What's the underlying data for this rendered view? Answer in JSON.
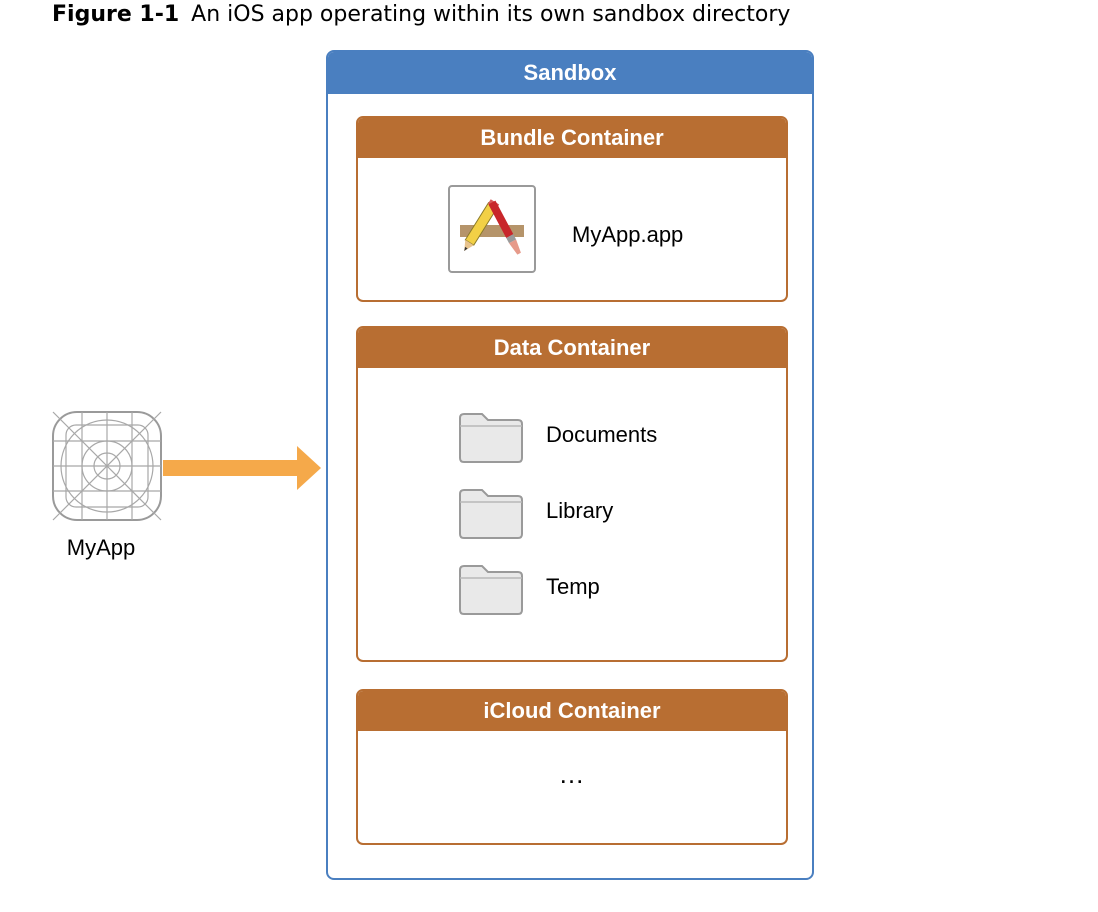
{
  "caption": {
    "figure_number": "Figure 1-1",
    "text": "An iOS app operating within its own sandbox directory"
  },
  "app": {
    "label": "MyApp",
    "icon": "app-icon-template"
  },
  "sandbox": {
    "title": "Sandbox",
    "color": "#4a7fc0"
  },
  "bundle_container": {
    "title": "Bundle Container",
    "item_label": "MyApp.app",
    "icon": "xcode-app-icon"
  },
  "data_container": {
    "title": "Data Container",
    "folders": [
      {
        "label": "Documents",
        "icon": "folder-icon"
      },
      {
        "label": "Library",
        "icon": "folder-icon"
      },
      {
        "label": "Temp",
        "icon": "folder-icon"
      }
    ]
  },
  "icloud_container": {
    "title": "iCloud Container",
    "content": "…"
  },
  "colors": {
    "container": "#b86e32",
    "arrow": "#f5a94a"
  }
}
